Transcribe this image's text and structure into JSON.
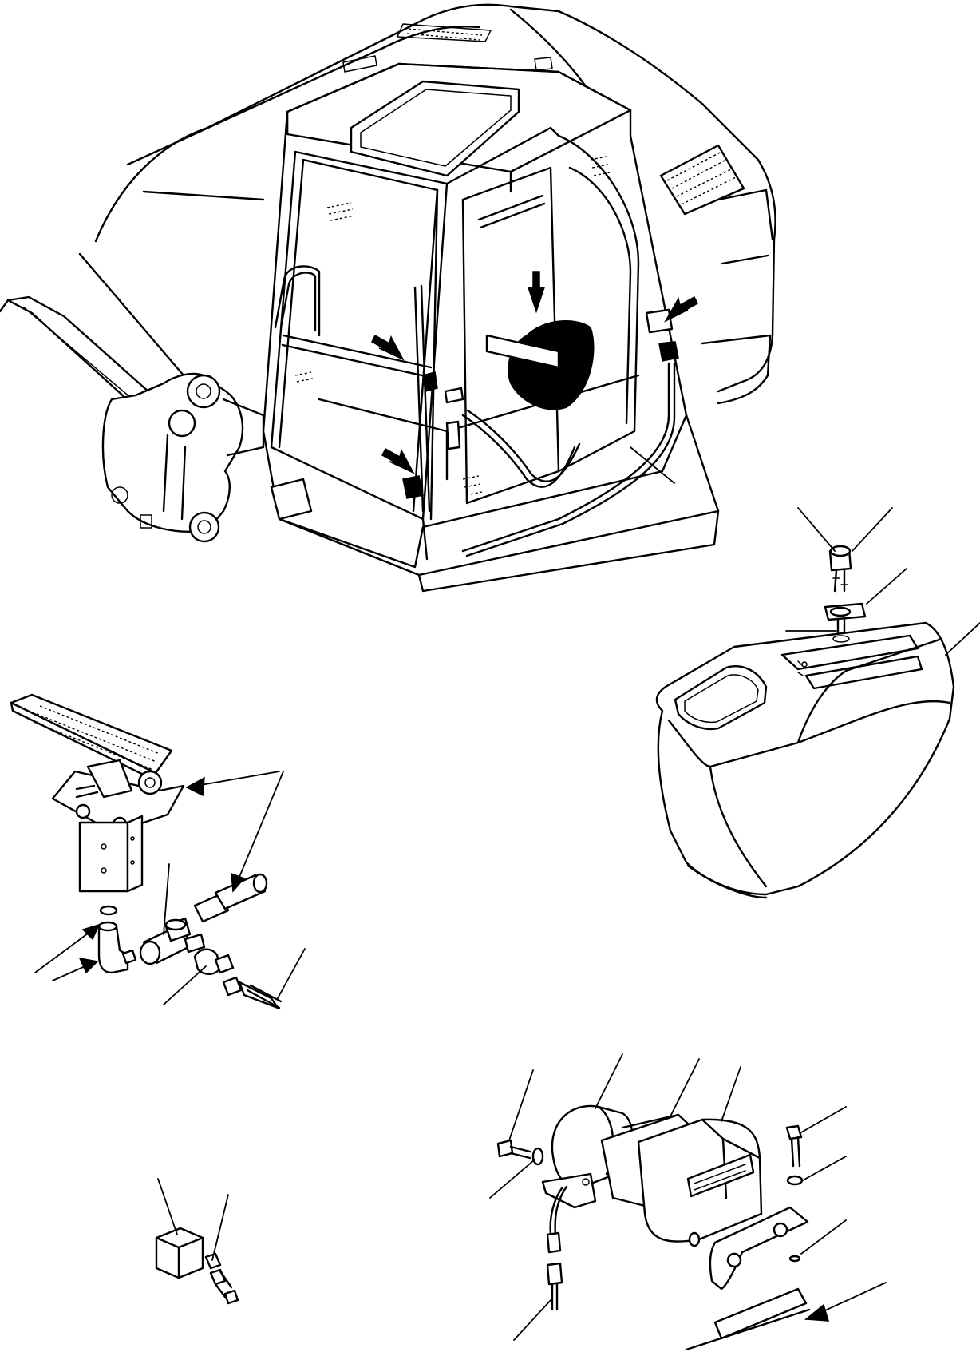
{
  "figure": {
    "kind": "exploded parts illustration",
    "text_labels": [],
    "ink_color": "#000000",
    "paper_color": "#ffffff"
  },
  "views": [
    {
      "id": "cab-overview",
      "icon": "excavator-cab-icon"
    },
    {
      "id": "pedal-assembly",
      "icon": "foot-pedal-icon"
    },
    {
      "id": "console-switch",
      "icon": "control-console-icon"
    },
    {
      "id": "relay",
      "icon": "relay-icon"
    },
    {
      "id": "horn-assembly",
      "icon": "horn-icon"
    }
  ],
  "callouts": {
    "count": 22
  }
}
